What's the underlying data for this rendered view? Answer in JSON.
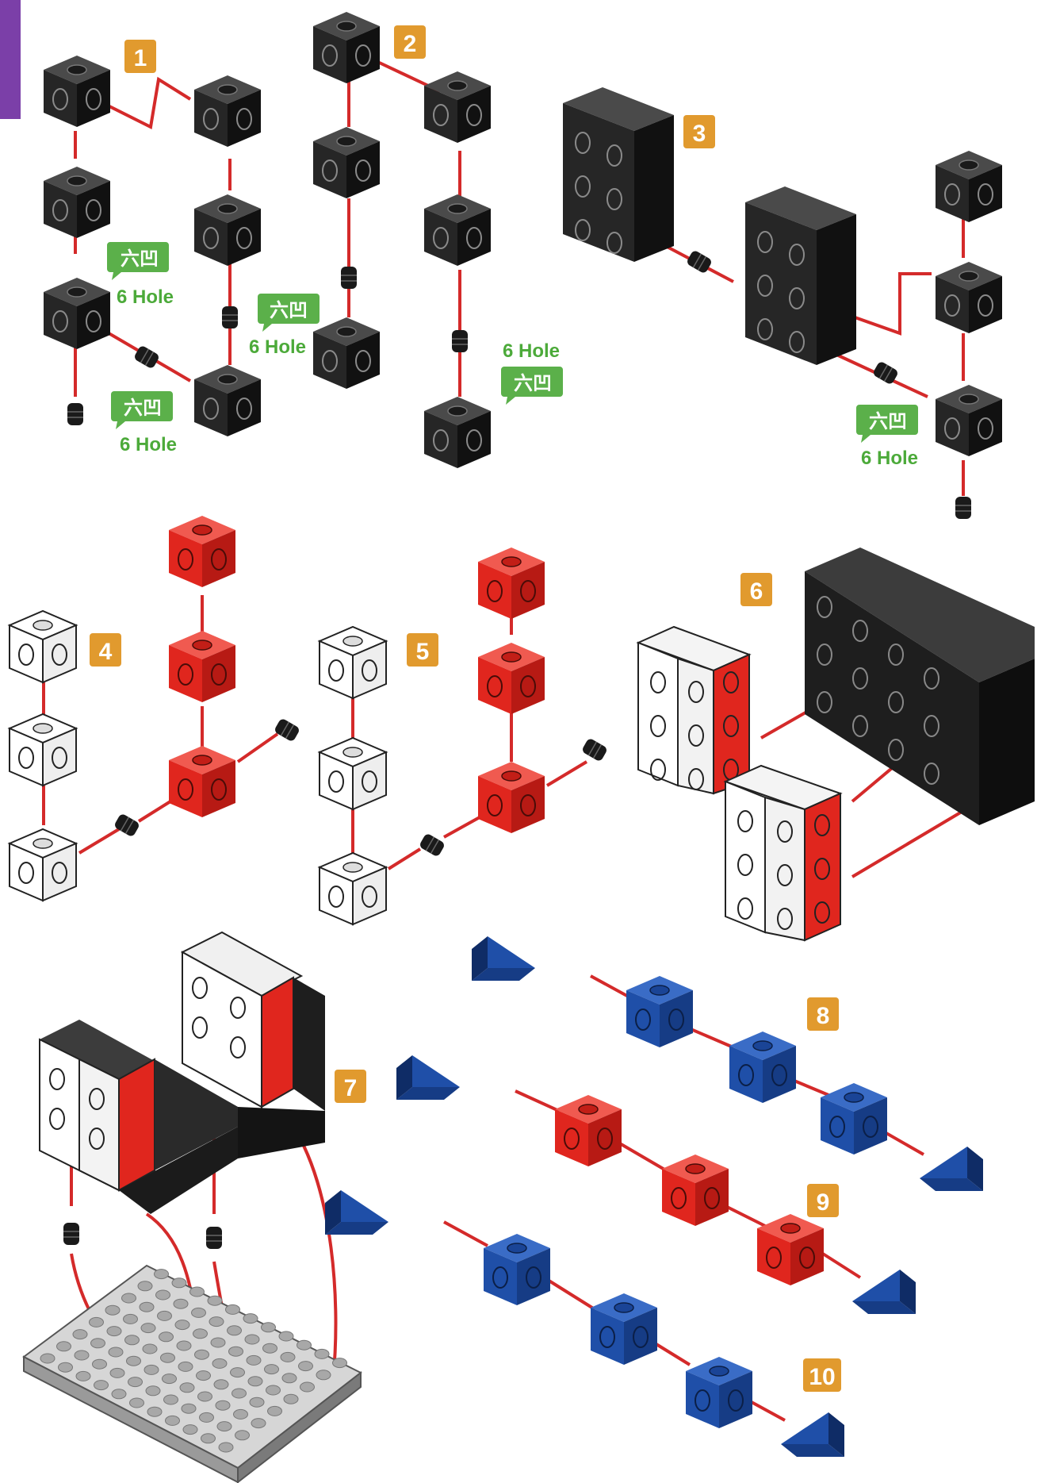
{
  "colors": {
    "badge": "#e19a2e",
    "connector_line": "#d42a2a",
    "bubble": "#5bb04a",
    "hole_text": "#4caa3a",
    "black_cube": "#222222",
    "red_cube": "#e0261e",
    "white_cube": "#ffffff",
    "blue_cube": "#1f4fa8",
    "base_plate": "#c9c9c9",
    "corner_tab": "#7b3fa8"
  },
  "steps": [
    {
      "label": "1"
    },
    {
      "label": "2"
    },
    {
      "label": "3"
    },
    {
      "label": "4"
    },
    {
      "label": "5"
    },
    {
      "label": "6"
    },
    {
      "label": "7"
    },
    {
      "label": "8"
    },
    {
      "label": "9"
    },
    {
      "label": "10"
    }
  ],
  "hole_notes": [
    {
      "cn": "六凹",
      "en": "6 Hole"
    },
    {
      "cn": "六凹",
      "en": "6 Hole"
    },
    {
      "cn": "六凹",
      "en": "6 Hole"
    },
    {
      "cn": "六凹",
      "en": "6 Hole"
    },
    {
      "cn": "六凹",
      "en": "6 Hole"
    }
  ],
  "icons": [
    "cube-icon",
    "connector-peg-icon",
    "wedge-icon",
    "base-plate-icon",
    "speech-bubble-icon"
  ]
}
